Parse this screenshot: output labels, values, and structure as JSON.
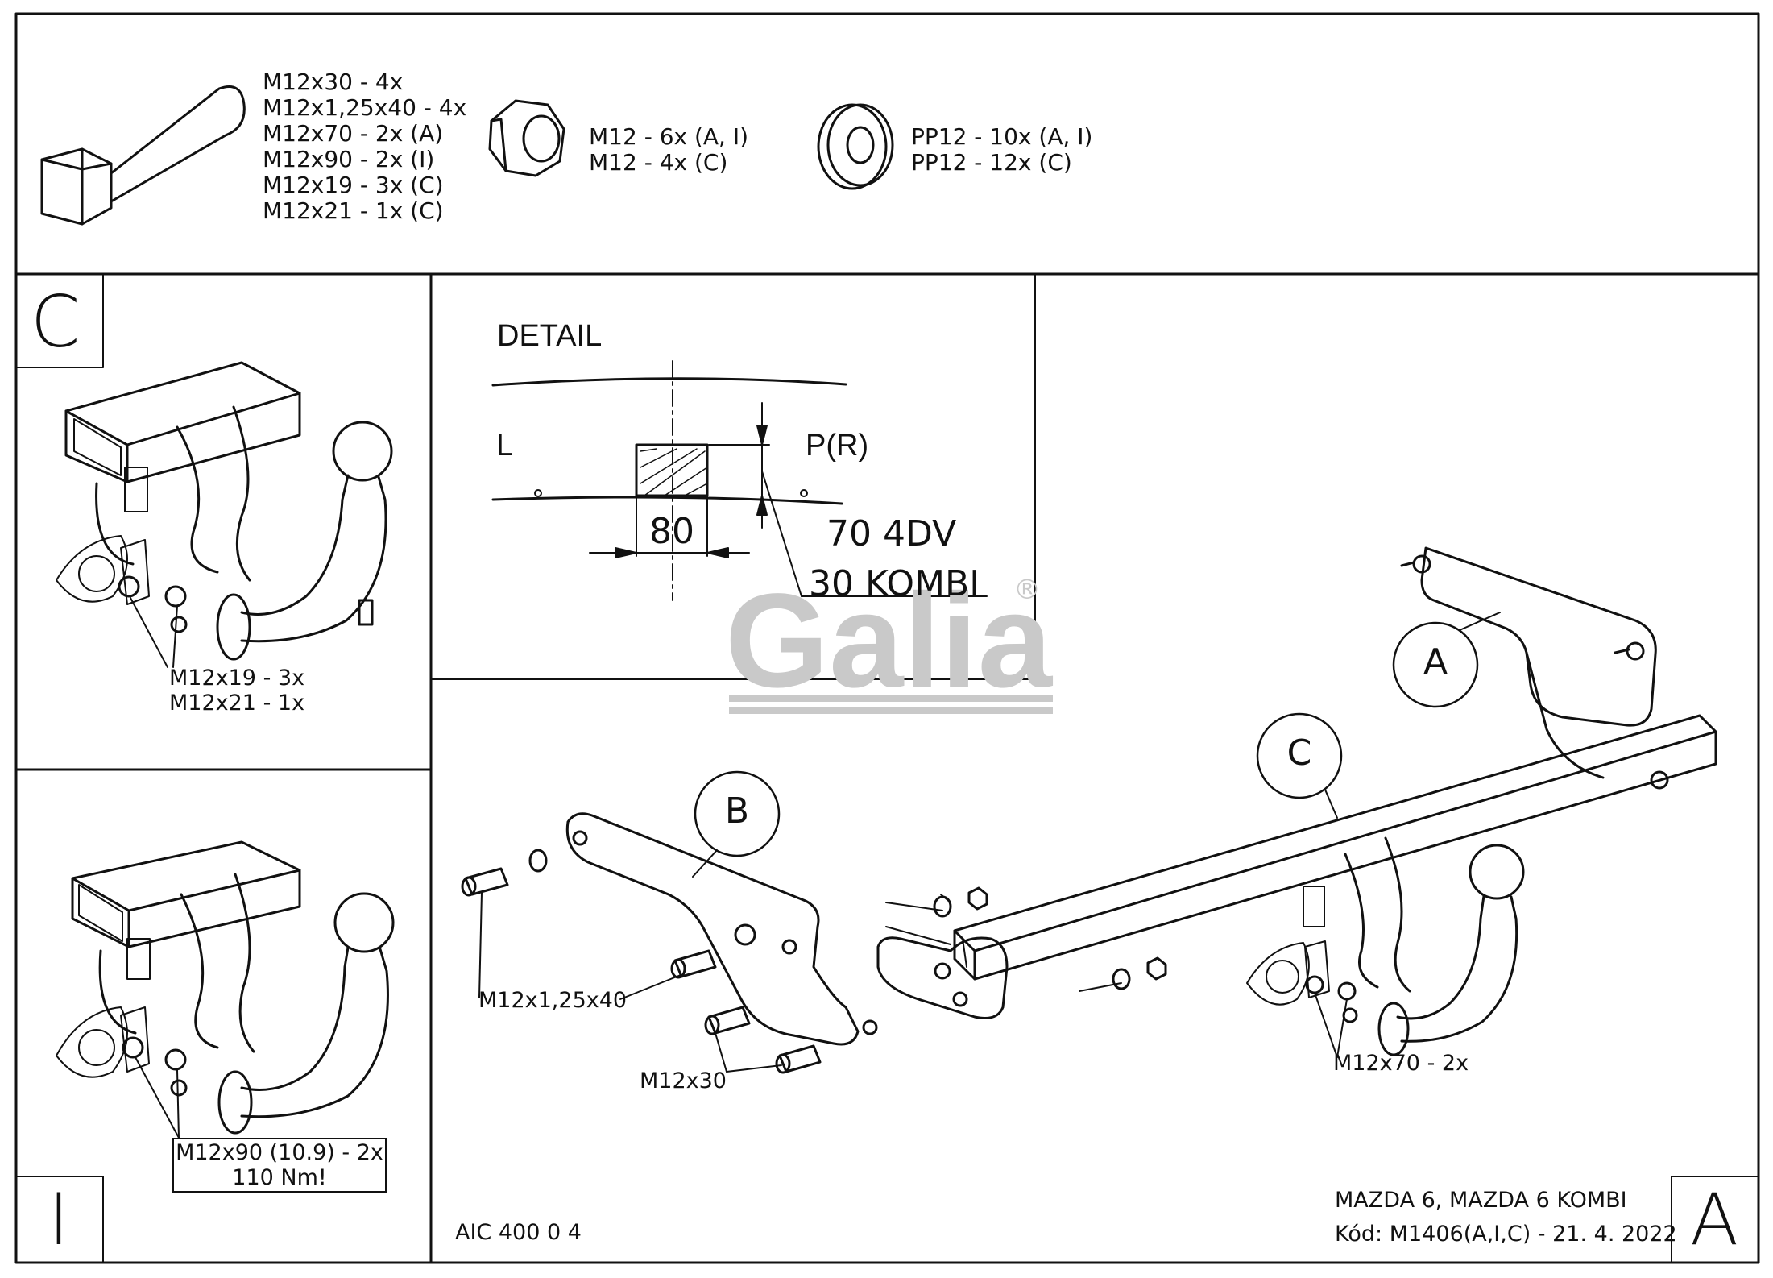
{
  "hardware": {
    "bolts": [
      "M12x30 - 4x",
      "M12x1,25x40 - 4x",
      "M12x70 - 2x (A)",
      "M12x90 - 2x (I)",
      "M12x19 - 3x (C)",
      "M12x21 - 1x (C)"
    ],
    "nuts": [
      "M12 - 6x (A, I)",
      "M12 - 4x (C)"
    ],
    "washers": [
      "PP12 - 10x (A, I)",
      "PP12 - 12x (C)"
    ]
  },
  "panel_c": {
    "letter": "C",
    "callouts": [
      "M12x19 - 3x",
      "M12x21 - 1x"
    ]
  },
  "panel_i": {
    "letter": "I",
    "callouts": [
      "M12x90 (10.9) - 2x",
      "110 Nm!"
    ]
  },
  "detail": {
    "title": "DETAIL",
    "left": "L",
    "right": "P(R)",
    "width": "80",
    "height_lines": [
      "70 4DV",
      "30 KOMBI"
    ]
  },
  "watermark": {
    "brand": "Galia",
    "registered": "®"
  },
  "main": {
    "labels": {
      "a": "A",
      "b": "B",
      "c": "C"
    },
    "callouts": {
      "bolt_40": "M12x1,25x40",
      "bolt_30": "M12x30",
      "bolt_70": "M12x70 - 2x"
    }
  },
  "footer": {
    "code": "AIC 400 0 4",
    "model": "MAZDA 6, MAZDA 6 KOMBI",
    "kod": "Kód: M1406(A,I,C) - 21. 4. 2022",
    "letter": "A"
  }
}
